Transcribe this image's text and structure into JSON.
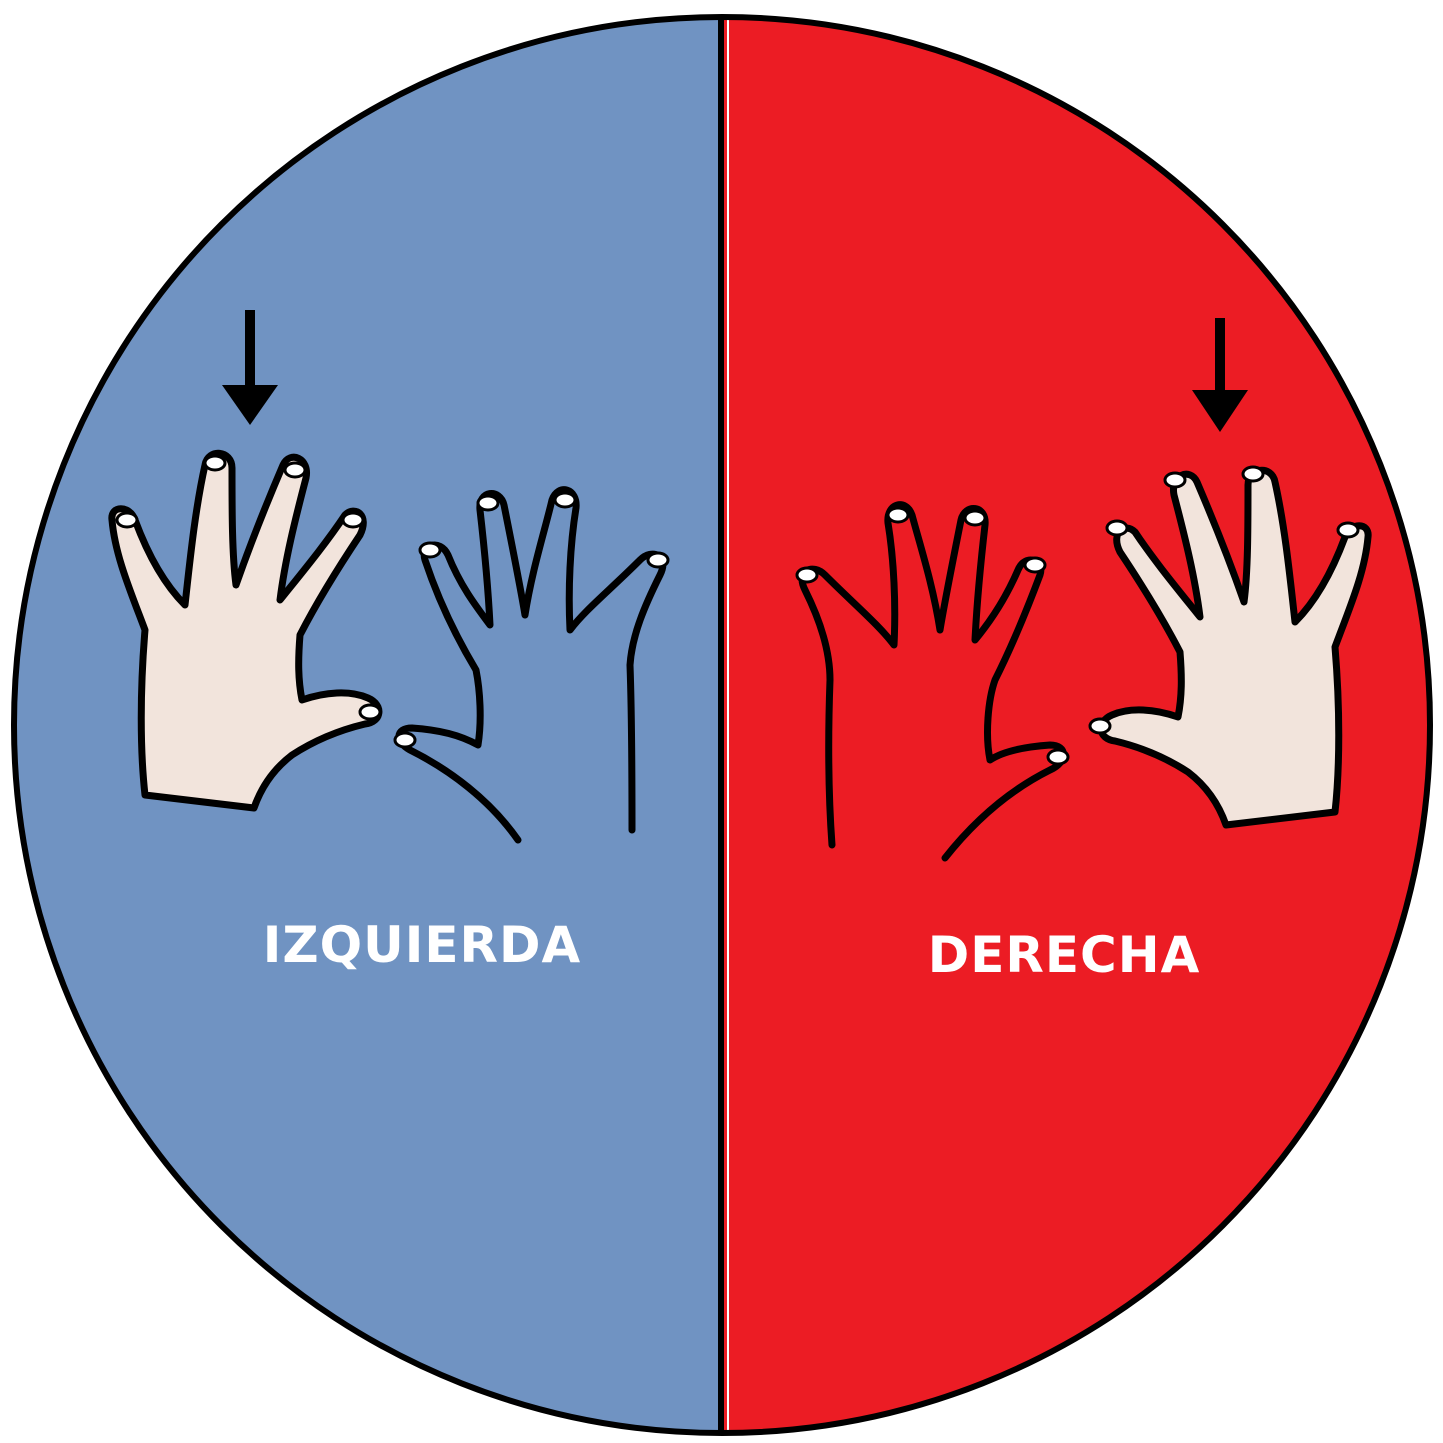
{
  "left_half": {
    "label": "IZQUIERDA",
    "color": "#7093c2",
    "highlighted_hand": "left-hand",
    "indicator_icon": "down-arrow-icon"
  },
  "right_half": {
    "label": "DERECHA",
    "color": "#ec1c24",
    "highlighted_hand": "right-hand",
    "indicator_icon": "down-arrow-icon"
  },
  "colors": {
    "skin": "#f2e4dc",
    "outline": "#000000",
    "label_text": "#ffffff"
  }
}
